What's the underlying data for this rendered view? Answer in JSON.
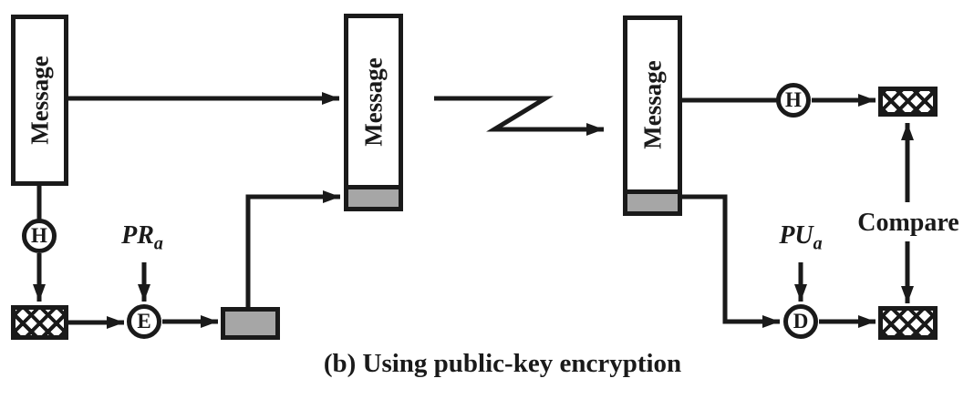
{
  "caption": "(b) Using public-key encryption",
  "colors": {
    "line": "#1a1a1a",
    "gray_fill": "#a6a6a6",
    "background": "#ffffff"
  },
  "sender": {
    "message_label": "Message",
    "hash_function_label": "H",
    "encrypt_label": "E",
    "private_key_label": "PR",
    "private_key_subscript": "a"
  },
  "transmitted": {
    "message_label": "Message"
  },
  "receiver": {
    "message_label": "Message",
    "hash_function_label": "H",
    "decrypt_label": "D",
    "public_key_label": "PU",
    "public_key_subscript": "a",
    "compare_label": "Compare"
  }
}
